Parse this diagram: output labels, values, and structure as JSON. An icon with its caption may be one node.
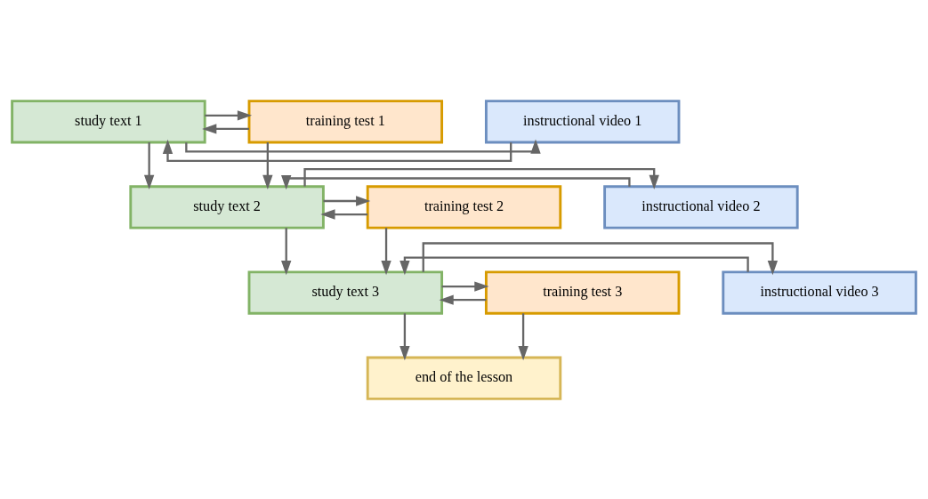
{
  "diagram": {
    "nodes": [
      {
        "text": [
          "study text 1"
        ]
      },
      {
        "text": [
          "instructional video 1"
        ]
      },
      {
        "text": [
          "training test 1"
        ]
      },
      {
        "text": [
          "study text 2"
        ]
      },
      {
        "text": [
          "instructional video 2"
        ]
      },
      {
        "text": [
          "training test 2"
        ]
      },
      {
        "text": [
          "study text 3"
        ]
      },
      {
        "text": [
          "instructional video 3"
        ]
      },
      {
        "text": [
          "training test 3"
        ]
      },
      {
        "text": [
          "end of the lesson"
        ]
      }
    ],
    "edges": [
      {
        "from": 0,
        "to": 1,
        "arrow": "to"
      },
      {
        "from": 1,
        "to": 0,
        "arrow": "to"
      },
      {
        "from": 0,
        "to": 2,
        "arrow": "to"
      },
      {
        "from": 2,
        "to": 0,
        "arrow": "to"
      },
      {
        "from": 2,
        "to": 3,
        "arrow": "to"
      },
      {
        "from": 0,
        "to": 3,
        "arrow": "to"
      },
      {
        "from": 3,
        "to": 4,
        "arrow": "to"
      },
      {
        "from": 4,
        "to": 3,
        "arrow": "to"
      },
      {
        "from": 3,
        "to": 5,
        "arrow": "to"
      },
      {
        "from": 5,
        "to": 3,
        "arrow": "to"
      },
      {
        "from": 5,
        "to": 6,
        "arrow": "to"
      },
      {
        "from": 3,
        "to": 6,
        "arrow": "to"
      },
      {
        "from": 6,
        "to": 7,
        "arrow": "to"
      },
      {
        "from": 7,
        "to": 6,
        "arrow": "to"
      },
      {
        "from": 6,
        "to": 8,
        "arrow": "to"
      },
      {
        "from": 8,
        "to": 6,
        "arrow": "to"
      },
      {
        "from": 8,
        "to": 9,
        "arrow": "to"
      },
      {
        "from": 6,
        "to": 9,
        "arrow": "to"
      }
    ]
  }
}
